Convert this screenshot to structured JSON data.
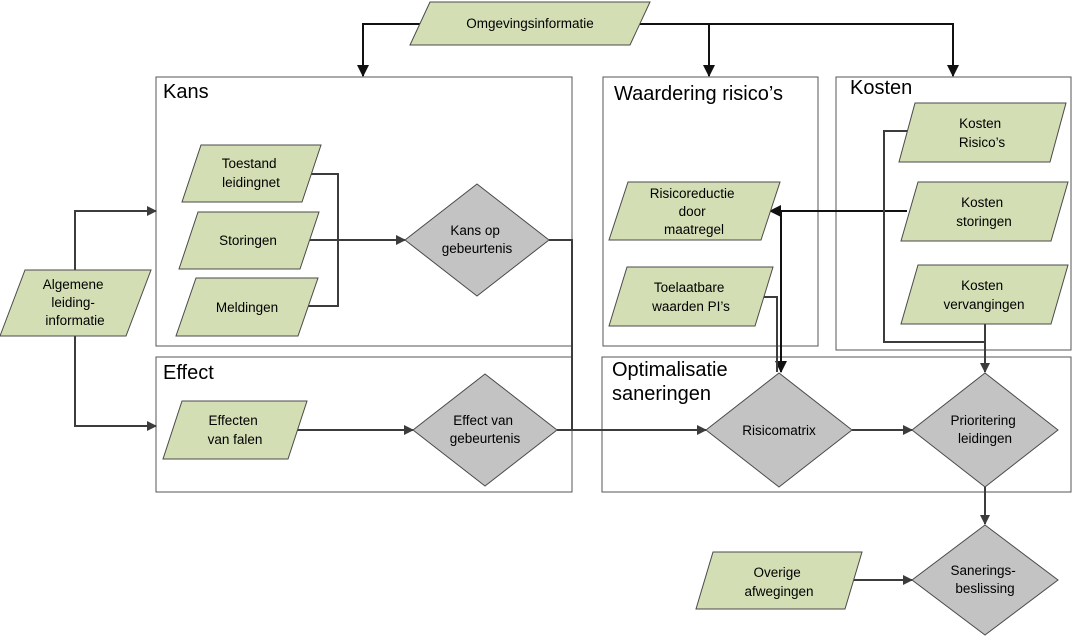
{
  "groups": {
    "kans": "Kans",
    "effect": "Effect",
    "waardering": "Waardering risico’s",
    "kosten": "Kosten",
    "optimalisatie": [
      "Optimalisatie",
      "saneringen"
    ]
  },
  "nodes": {
    "omgevingsinformatie": [
      "Omgevingsinformatie"
    ],
    "algemene_leidinginformatie": [
      "Algemene",
      "leiding-",
      "informatie"
    ],
    "toestand_leidingnet": [
      "Toestand",
      "leidingnet"
    ],
    "storingen": [
      "Storingen"
    ],
    "meldingen": [
      "Meldingen"
    ],
    "kans_op_gebeurtenis": [
      "Kans op",
      "gebeurtenis"
    ],
    "effecten_van_falen": [
      "Effecten",
      "van falen"
    ],
    "effect_van_gebeurtenis": [
      "Effect van",
      "gebeurtenis"
    ],
    "risicoreductie_door_maatregel": [
      "Risicoreductie",
      "door",
      "maatregel"
    ],
    "toelaatbare_waarden": [
      "Toelaatbare",
      "waarden PI’s"
    ],
    "kosten_risicos": [
      "Kosten",
      "Risico’s"
    ],
    "kosten_storingen": [
      "Kosten",
      "storingen"
    ],
    "kosten_vervangingen": [
      "Kosten",
      "vervangingen"
    ],
    "risicomatrix": [
      "Risicomatrix"
    ],
    "prioritering_leidingen": [
      "Prioritering",
      "leidingen"
    ],
    "overige_afwegingen": [
      "Overige",
      "afwegingen"
    ],
    "saneringsbeslissing": [
      "Sanerings-",
      "beslissing"
    ]
  },
  "colors": {
    "data_fill": "#d3deb5",
    "decision_fill": "#c3c3c3",
    "stroke": "#4a4a4a"
  }
}
